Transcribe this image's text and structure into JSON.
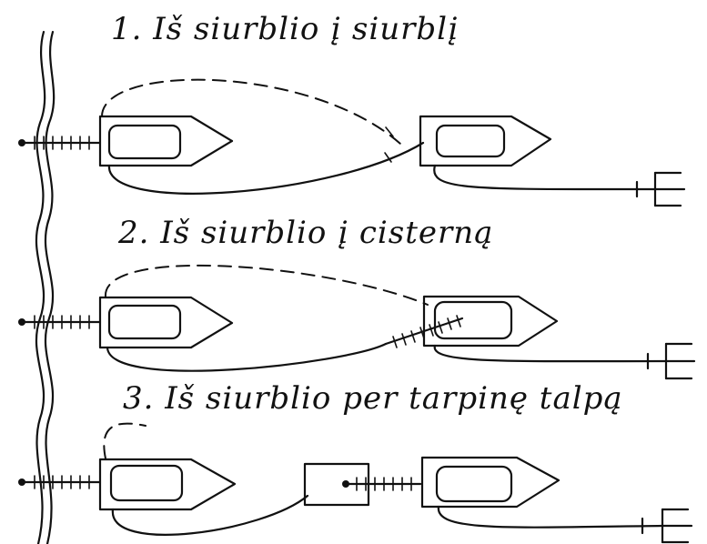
{
  "diagram": {
    "schemes": [
      {
        "id": 1,
        "caption": "1. Iš siurblio į siurblį"
      },
      {
        "id": 2,
        "caption": "2. Iš siurblio į cisterną"
      },
      {
        "id": 3,
        "caption": "3. Iš siurblio per tarpinę talpą"
      }
    ]
  }
}
